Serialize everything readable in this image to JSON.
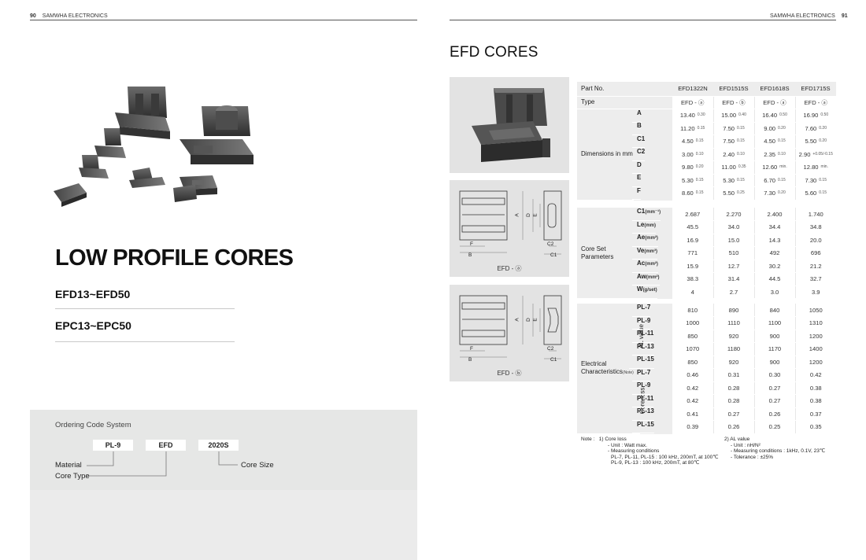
{
  "left_page": {
    "page_number": "90",
    "running_head": "SAMWHA ELECTRONICS",
    "title": "LOW PROFILE CORES",
    "subtitles": [
      "EFD13~EFD50",
      "EPC13~EPC50"
    ],
    "ordering": {
      "title": "Ordering Code System",
      "codes": [
        "PL-9",
        "EFD",
        "2020S"
      ],
      "labels": {
        "material": "Material",
        "core_type": "Core Type",
        "core_size": "Core Size"
      }
    }
  },
  "right_page": {
    "page_number": "91",
    "running_head": "SAMWHA ELECTRONICS",
    "title": "EFD CORES",
    "drawing_a_caption": "EFD - ⓐ",
    "drawing_b_caption": "EFD - ⓑ",
    "drawing_labels": {
      "a": "A",
      "d": "D",
      "e": "E",
      "f": "F",
      "b": "B",
      "c2": "C2",
      "c1": "C1"
    },
    "table_header": {
      "part_no": "Part No.",
      "parts": [
        "EFD1322N",
        "EFD1515S",
        "EFD1618S",
        "EFD1715S"
      ],
      "type_label": "Type",
      "types": [
        "EFD - ⓐ",
        "EFD - ⓑ",
        "EFD - ⓐ",
        "EFD - ⓐ"
      ]
    },
    "dimensions": {
      "label": "Dimensions in mm",
      "rows": [
        {
          "name": "A",
          "cells": [
            {
              "v": "13.40",
              "t": "0.30"
            },
            {
              "v": "15.00",
              "t": "0.40"
            },
            {
              "v": "16.40",
              "t": "0.50"
            },
            {
              "v": "16.90",
              "t": "0.50"
            }
          ]
        },
        {
          "name": "B",
          "cells": [
            {
              "v": "11.20",
              "t": "0.15"
            },
            {
              "v": "7.50",
              "t": "0.15"
            },
            {
              "v": "9.00",
              "t": "0.20"
            },
            {
              "v": "7.60",
              "t": "0.20"
            }
          ]
        },
        {
          "name": "C1",
          "cells": [
            {
              "v": "4.50",
              "t": "0.15"
            },
            {
              "v": "7.50",
              "t": "0.15"
            },
            {
              "v": "4.50",
              "t": "0.15"
            },
            {
              "v": "5.50",
              "t": "0.20"
            }
          ]
        },
        {
          "name": "C2",
          "cells": [
            {
              "v": "3.00",
              "t": "0.10"
            },
            {
              "v": "2.40",
              "t": "0.10"
            },
            {
              "v": "2.35",
              "t": "0.10"
            },
            {
              "v": "2.90",
              "t": "+0.05/-0.15"
            }
          ]
        },
        {
          "name": "D",
          "cells": [
            {
              "v": "9.80",
              "t": "0.20"
            },
            {
              "v": "11.00",
              "t": "0.35"
            },
            {
              "v": "12.60",
              "t": "min."
            },
            {
              "v": "12.80",
              "t": "min."
            }
          ]
        },
        {
          "name": "E",
          "cells": [
            {
              "v": "5.30",
              "t": "0.15"
            },
            {
              "v": "5.30",
              "t": "0.15"
            },
            {
              "v": "6.70",
              "t": "0.15"
            },
            {
              "v": "7.30",
              "t": "0.15"
            }
          ]
        },
        {
          "name": "F",
          "cells": [
            {
              "v": "8.60",
              "t": "0.15"
            },
            {
              "v": "5.50",
              "t": "0.25"
            },
            {
              "v": "7.30",
              "t": "0.20"
            },
            {
              "v": "5.60",
              "t": "0.15"
            }
          ]
        }
      ]
    },
    "core_set": {
      "label": "Core Set Parameters",
      "rows": [
        {
          "name": "C1",
          "unit": "(mm⁻¹)",
          "values": [
            "2.687",
            "2.270",
            "2.400",
            "1.740"
          ]
        },
        {
          "name": "Le",
          "unit": "(mm)",
          "values": [
            "45.5",
            "34.0",
            "34.4",
            "34.8"
          ]
        },
        {
          "name": "Ae",
          "unit": "(mm²)",
          "values": [
            "16.9",
            "15.0",
            "14.3",
            "20.0"
          ]
        },
        {
          "name": "Ve",
          "unit": "(mm³)",
          "values": [
            "771",
            "510",
            "492",
            "696"
          ]
        },
        {
          "name": "Ac",
          "unit": "(mm²)",
          "values": [
            "15.9",
            "12.7",
            "30.2",
            "21.2"
          ]
        },
        {
          "name": "Aw",
          "unit": "(mm²)",
          "values": [
            "38.3",
            "31.4",
            "44.5",
            "32.7"
          ]
        },
        {
          "name": "W",
          "unit": "(g/set)",
          "values": [
            "4",
            "2.7",
            "3.0",
            "3.9"
          ]
        }
      ]
    },
    "electrical": {
      "label": "Electrical Characteristics",
      "label_note": "(Note)",
      "al_label": "AL value",
      "loss_label": "Core loss",
      "al_rows": [
        {
          "name": "PL-7",
          "values": [
            "810",
            "890",
            "840",
            "1050"
          ]
        },
        {
          "name": "PL-9",
          "values": [
            "1000",
            "1110",
            "1100",
            "1310"
          ]
        },
        {
          "name": "PL-11",
          "values": [
            "850",
            "920",
            "900",
            "1200"
          ]
        },
        {
          "name": "PL-13",
          "values": [
            "1070",
            "1180",
            "1170",
            "1400"
          ]
        },
        {
          "name": "PL-15",
          "values": [
            "850",
            "920",
            "900",
            "1200"
          ]
        }
      ],
      "loss_rows": [
        {
          "name": "PL-7",
          "values": [
            "0.46",
            "0.31",
            "0.30",
            "0.42"
          ]
        },
        {
          "name": "PL-9",
          "values": [
            "0.42",
            "0.28",
            "0.27",
            "0.38"
          ]
        },
        {
          "name": "PL-11",
          "values": [
            "0.42",
            "0.28",
            "0.27",
            "0.38"
          ]
        },
        {
          "name": "PL-13",
          "values": [
            "0.41",
            "0.27",
            "0.26",
            "0.37"
          ]
        },
        {
          "name": "PL-15",
          "values": [
            "0.39",
            "0.26",
            "0.25",
            "0.35"
          ]
        }
      ]
    },
    "notes": {
      "lead": "Note :",
      "n1_title": "1) Core loss",
      "n1_lines": [
        "- Unit : Watt max.",
        "- Measuring conditions",
        "PL-7, PL-11, PL-15    : 100 kHz, 200mT, at 100℃",
        "PL-9, PL-13              : 100 kHz, 200mT, at 80℃"
      ],
      "n2_title": "2) AL value",
      "n2_lines": [
        "- Unit : nH/N²",
        "- Measuring conditions : 1kHz, 0.1V, 23℃",
        "- Tolerance : ±25%"
      ]
    }
  }
}
